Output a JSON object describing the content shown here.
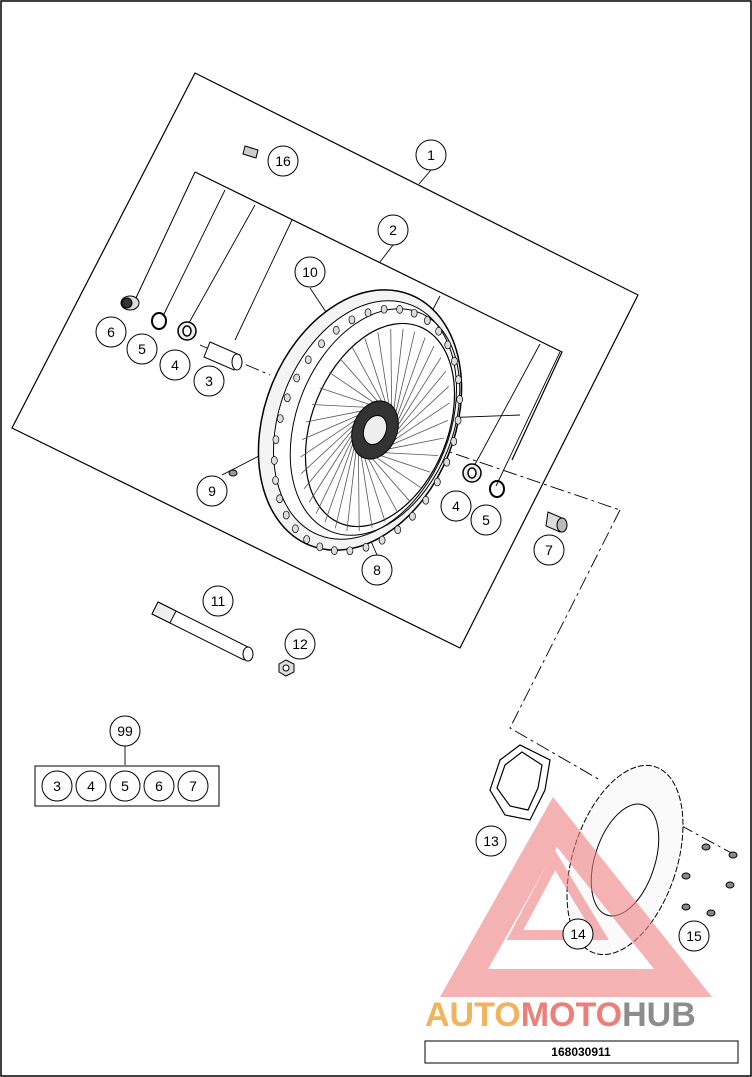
{
  "callouts": [
    "1",
    "2",
    "3",
    "4",
    "5",
    "6",
    "7",
    "8",
    "9",
    "10",
    "11",
    "12",
    "13",
    "14",
    "15",
    "16"
  ],
  "callouts_repeat": [
    "3",
    "4",
    "5",
    "6",
    "7"
  ],
  "kit": {
    "label": "99",
    "items": [
      "3",
      "4",
      "5",
      "6",
      "7"
    ]
  },
  "watermark": {
    "part_auto": "AUTO",
    "part_moto": "MOTO",
    "part_hub": "HUB",
    "colors": {
      "auto": "#f3b25e",
      "moto": "#ee7f78",
      "hub": "#8c8c8c",
      "triangle": "#f08080"
    }
  },
  "drawing_number": "168030911"
}
